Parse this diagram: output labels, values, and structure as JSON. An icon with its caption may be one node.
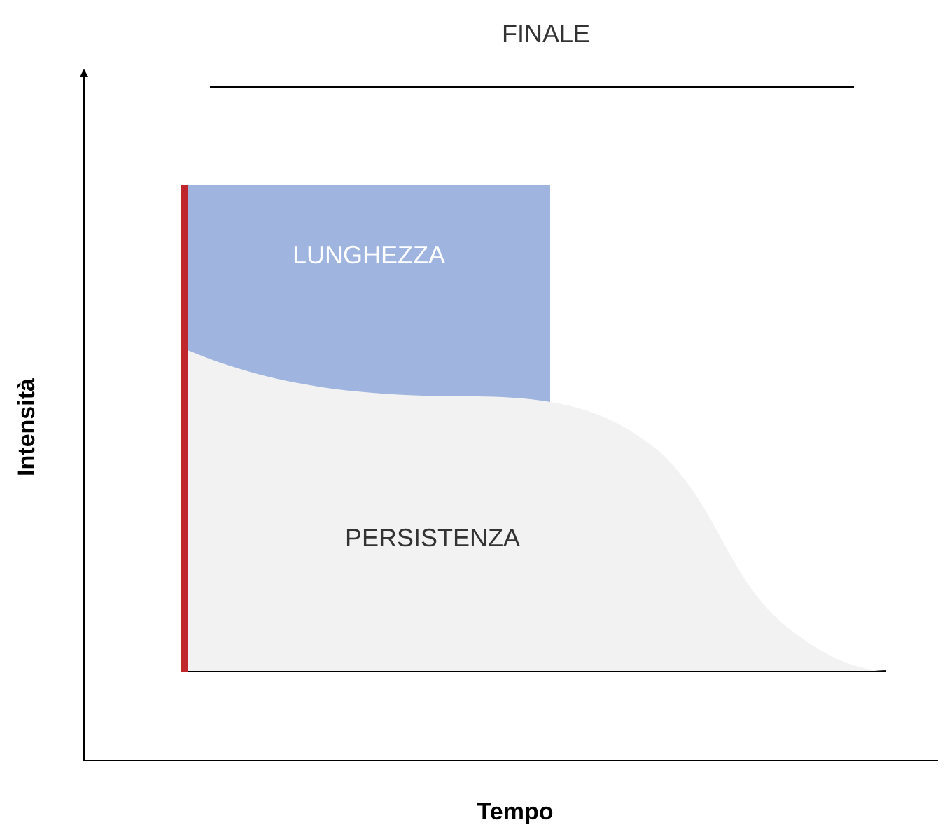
{
  "diagram": {
    "nodes": [
      {
        "text": [
          "LUNGHEZZA"
        ]
      },
      {
        "text": [
          "PERSISTENZA"
        ]
      }
    ],
    "labels": [
      "FINALE",
      "Intensità",
      "Tempo"
    ]
  }
}
